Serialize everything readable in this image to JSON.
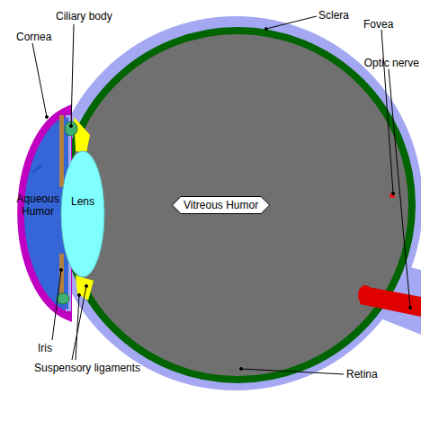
{
  "diagram": {
    "nodes": [
      {
        "text": [
          "Aqueous Humor"
        ]
      },
      {
        "text": [
          "Lens"
        ]
      },
      {
        "text": [
          "Vitreous Humor"
        ]
      }
    ],
    "labels": [
      "Ciliary body",
      "Sclera",
      "Cornea",
      "Fovea",
      "Optic nerve",
      "Iris",
      "Suspensory ligaments",
      "Retina"
    ]
  }
}
